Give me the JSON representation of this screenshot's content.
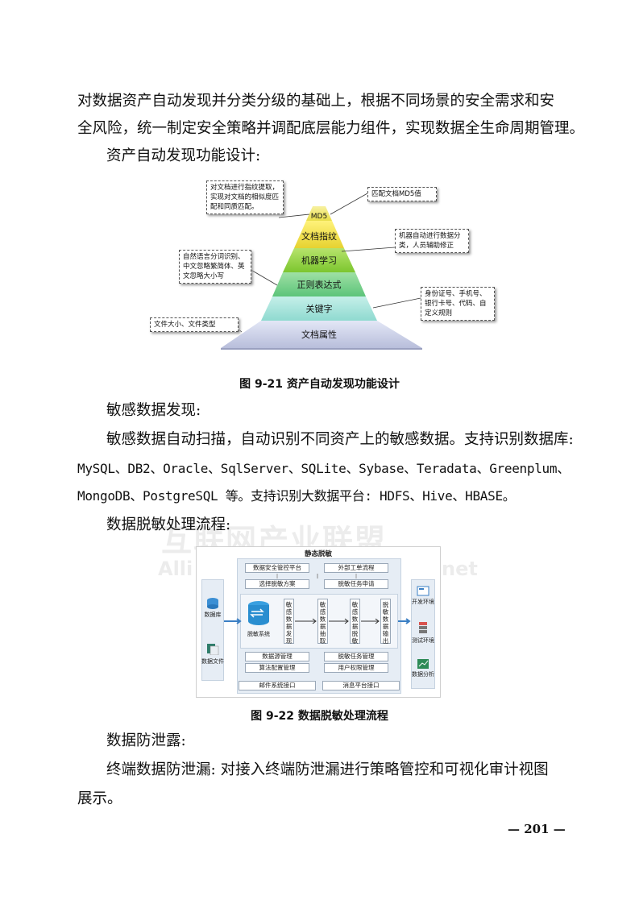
{
  "paragraphs": {
    "p1_line1": "对数据资产自动发现并分类分级的基础上，根据不同场景的安全需求和安",
    "p1_line2": "全风险，统一制定安全策略并调配底层能力组件，实现数据全生命周期管理。",
    "p2": "资产自动发现功能设计:",
    "p3": "敏感数据发现:",
    "p4_line1": "敏感数据自动扫描，自动识别不同资产上的敏感数据。支持识别数据库:",
    "p4_line2": "MySQL、DB2、Oracle、SqlServer、SQLite、Sybase、Teradata、Greenplum、",
    "p4_line3": "MongoDB、PostgreSQL 等。支持识别大数据平台: HDFS、Hive、HBASE。",
    "p5": "数据脱敏处理流程:",
    "p6": "数据防泄露:",
    "p7_line1": "终端数据防泄漏: 对接入终端防泄漏进行策略管控和可视化审计视图",
    "p7_line2": "展示。"
  },
  "figure1": {
    "caption": "图 9-21    资产自动发现功能设计",
    "layers": [
      "MD5",
      "文档指纹",
      "机器学习",
      "正则表达式",
      "关键字",
      "文档属性"
    ],
    "callouts": {
      "top_left": "对文档进行指纹提取，实现对文档的相似度匹配和同质匹配。",
      "top_right": "匹配文档MD5值",
      "mid_right": "机器自动进行数据分类，人员辅助修正",
      "mid_left": "自然语言分词识别、中文忽略繁简体、英文忽略大小写",
      "low_right": "身份证号、手机号、银行卡号、代码、自定义规则",
      "bottom_left": "文件大小、文件类型"
    }
  },
  "figure2": {
    "caption": "图 9-22    数据脱敏处理流程",
    "title": "静态脱敏",
    "top_inputs": [
      "数据安全管控平台",
      "外部工单流程"
    ],
    "plan_boxes": [
      "选择脱敏方案",
      "脱敏任务申请"
    ],
    "left_items": [
      "数据库",
      "数据文件"
    ],
    "system_label": "脱敏系统",
    "steps": [
      "敏感数据发现",
      "敏感数据抽取",
      "敏感数据脱敏",
      "脱敏数据输出"
    ],
    "management": [
      "数据源管理",
      "脱敏任务管理",
      "算法配置管理",
      "用户权限管理"
    ],
    "bottom_interfaces": [
      "邮件系统接口",
      "消息平台接口"
    ],
    "right_items": [
      "开发环境",
      "测试环境",
      "数据分析"
    ]
  },
  "watermark": {
    "line1": "互联网产业联盟",
    "line2_left": "Alli",
    "line2_right": "net"
  },
  "page_number": "— 201 —"
}
